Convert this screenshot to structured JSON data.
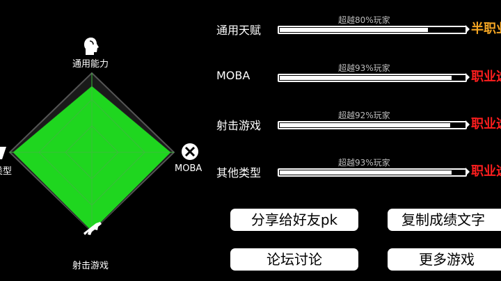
{
  "radar": {
    "top_label": "通用能力",
    "right_label": "MOBA",
    "bottom_label": "射击游戏",
    "left_label": "其他类型",
    "fill_color": "#1fd61f",
    "levels": {
      "top": 0.84,
      "right": 1.0,
      "bottom": 1.0,
      "left": 1.0
    }
  },
  "rows": [
    {
      "label": "通用天赋",
      "percentile": "超越80%玩家",
      "progress": 0.8,
      "level": "半职业",
      "level_color": "#f5a623"
    },
    {
      "label": "MOBA",
      "percentile": "超越93%玩家",
      "progress": 0.93,
      "level": "职业选",
      "level_color": "#ff1e1e"
    },
    {
      "label": "射击游戏",
      "percentile": "超越92%玩家",
      "progress": 0.92,
      "level": "职业选",
      "level_color": "#ff1e1e"
    },
    {
      "label": "其他类型",
      "percentile": "超越93%玩家",
      "progress": 0.93,
      "level": "职业选",
      "level_color": "#ff1e1e"
    }
  ],
  "buttons": {
    "share": "分享给好友pk",
    "copy": "复制成绩文字",
    "forum": "论坛讨论",
    "more": "更多游戏"
  }
}
